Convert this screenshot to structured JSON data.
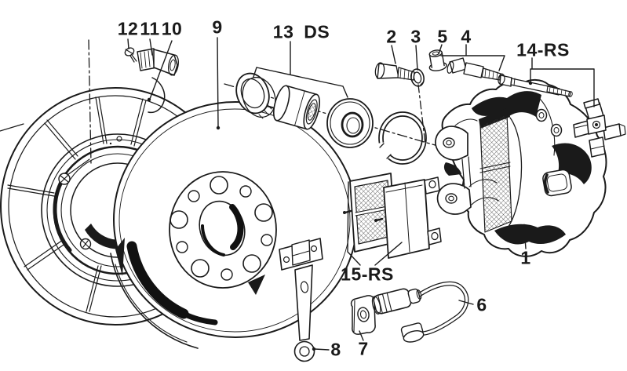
{
  "diagram": {
    "colors": {
      "ink": "#1a1a1a",
      "paper": "#ffffff"
    },
    "labels": {
      "part12": "12",
      "part11": "11",
      "part10": "10",
      "part9": "9",
      "part13": "13 DS",
      "part2": "2",
      "part3": "3",
      "part5": "5",
      "part4": "4",
      "part14": "14-RS",
      "part1": "1",
      "part15": "15-RS",
      "part8": "8",
      "part7": "7",
      "part6": "6"
    }
  }
}
